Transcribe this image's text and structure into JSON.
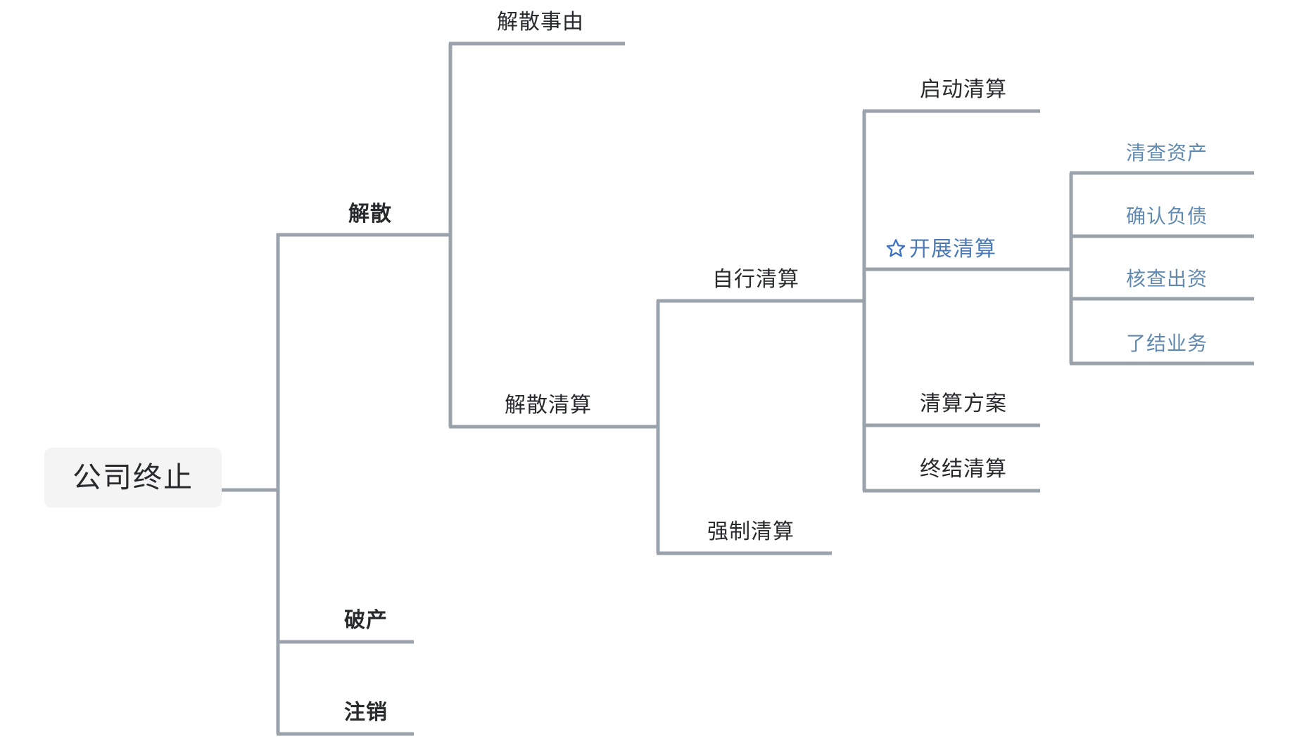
{
  "diagram": {
    "title": "公司终止",
    "type": "mindmap-tree",
    "colors": {
      "connector": "#9aa2ac",
      "root_background": "#f4f4f4",
      "root_text": "#27292b",
      "branch_text": "#27292b",
      "highlight_text": "#4a7ab5",
      "highlight_star": "#3b6fc6",
      "leaf_text": "#6189b0",
      "canvas_background": "#ffffff"
    }
  },
  "nodes": {
    "root": {
      "label": "公司终止"
    },
    "level1": [
      {
        "id": "jiesan",
        "label": "解散"
      },
      {
        "id": "pochan",
        "label": "破产"
      },
      {
        "id": "zhuxiao",
        "label": "注销"
      }
    ],
    "level2": [
      {
        "id": "jiesan_shiyou",
        "label": "解散事由"
      },
      {
        "id": "jiesan_qingsuan",
        "label": "解散清算"
      }
    ],
    "level3": [
      {
        "id": "zixing_qingsuan",
        "label": "自行清算"
      },
      {
        "id": "qiangzhi_qingsuan",
        "label": "强制清算"
      }
    ],
    "level4": [
      {
        "id": "qidong_qingsuan",
        "label": "启动清算",
        "highlighted": false
      },
      {
        "id": "kaizhan_qingsuan",
        "label": "开展清算",
        "highlighted": true,
        "icon": "star-outline-icon"
      },
      {
        "id": "qingsuan_fangan",
        "label": "清算方案",
        "highlighted": false
      },
      {
        "id": "zhongjie_qingsuan",
        "label": "终结清算",
        "highlighted": false
      }
    ],
    "level5": [
      {
        "id": "qingcha_zichan",
        "label": "清查资产"
      },
      {
        "id": "queren_fuzhai",
        "label": "确认负债"
      },
      {
        "id": "hecha_chuzi",
        "label": "核查出资"
      },
      {
        "id": "liaojie_yewu",
        "label": "了结业务"
      }
    ]
  }
}
